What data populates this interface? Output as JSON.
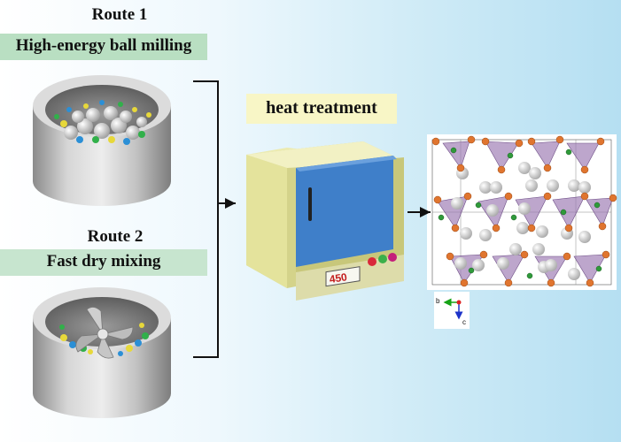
{
  "route1": {
    "title": "Route 1",
    "method": "High-energy ball milling"
  },
  "route2": {
    "title": "Route 2",
    "method": "Fast dry mixing"
  },
  "heat_treatment": {
    "label": "heat treatment"
  },
  "furnace": {
    "display": "450"
  },
  "crystal_axes": {
    "b": "b",
    "c": "c"
  },
  "colors": {
    "route1_box": "#b9dfc2",
    "route2_box": "#c7e5cf",
    "heat_box": "#f8f6c6",
    "furnace_body": "#e4e39c",
    "furnace_door": "#3f7fc9",
    "polyhedra": "#9a76b0",
    "atom_orange": "#e0752f",
    "atom_green": "#2f9a3a",
    "atom_silver": "#c9c9c9"
  }
}
